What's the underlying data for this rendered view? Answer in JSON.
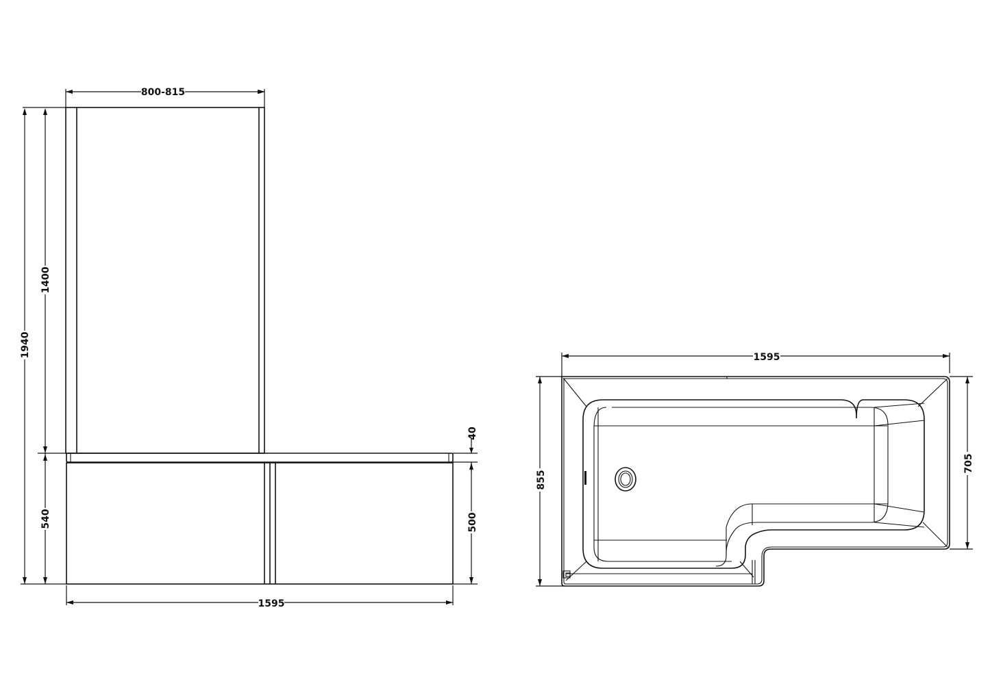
{
  "drawing": {
    "front_elevation": {
      "screen_width": "800-815",
      "overall_height": "1940",
      "screen_height": "1400",
      "bath_height": "540",
      "rim_thickness": "40",
      "panel_height": "500",
      "bath_length": "1595"
    },
    "plan_view": {
      "overall_length": "1595",
      "overall_width": "855",
      "narrow_width": "705"
    }
  },
  "colors": {
    "line": "#111111",
    "background": "#ffffff"
  }
}
